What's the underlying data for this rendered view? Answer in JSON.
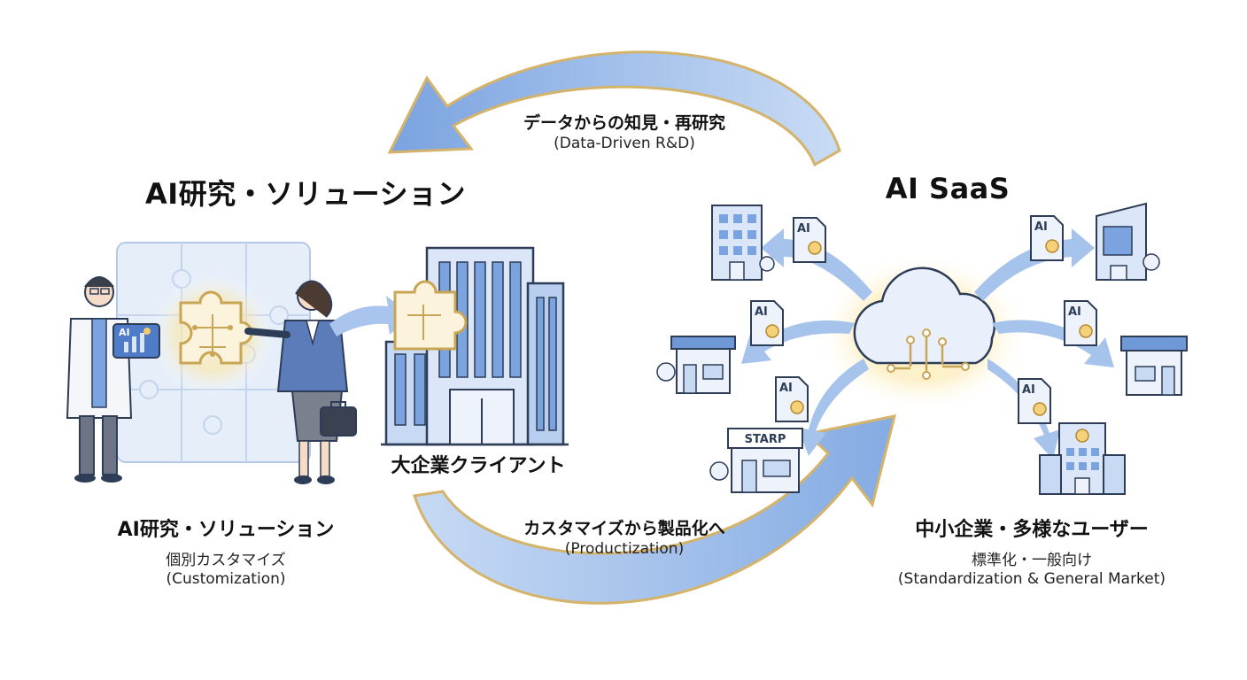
{
  "top_arrow": {
    "title": "データからの知見・再研究",
    "subtitle": "(Data-Driven R&D)"
  },
  "bottom_arrow": {
    "title": "カスタマイズから製品化へ",
    "subtitle": "(Productization)"
  },
  "left": {
    "heading": "AI研究・ソリューション",
    "client_label": "大企業クライアント",
    "caption_title": "AI研究・ソリューション",
    "caption_line1": "個別カスタマイズ",
    "caption_line2": "(Customization)"
  },
  "right": {
    "heading": "AI SaaS",
    "caption_title": "中小企業・多様なユーザー",
    "caption_line1": "標準化・一般向け",
    "caption_line2": "(Standardization & General Market)"
  },
  "tablet_label": "AI",
  "doc_label": "AI",
  "store_sign": "STARP",
  "colors": {
    "arrow_blue": "#9fbde8",
    "gold": "#d4b36a",
    "outline": "#2d3d57",
    "light_blue": "#c8daf3"
  }
}
